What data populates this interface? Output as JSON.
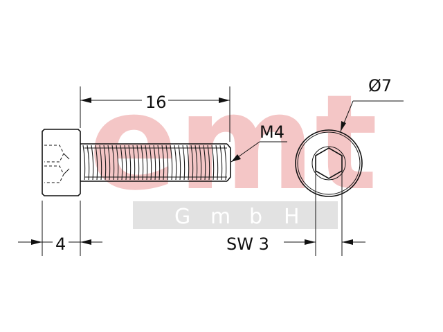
{
  "watermark": {
    "letters": "emt",
    "sub_letters": [
      "G",
      "m",
      "b",
      "H"
    ],
    "color_main": "#f4c6c6",
    "color_band": "#e2e2e2"
  },
  "dimensions": {
    "length": "16",
    "thread": "M4",
    "head_height": "4",
    "head_diameter": "Ø7",
    "socket_size": "SW 3"
  }
}
